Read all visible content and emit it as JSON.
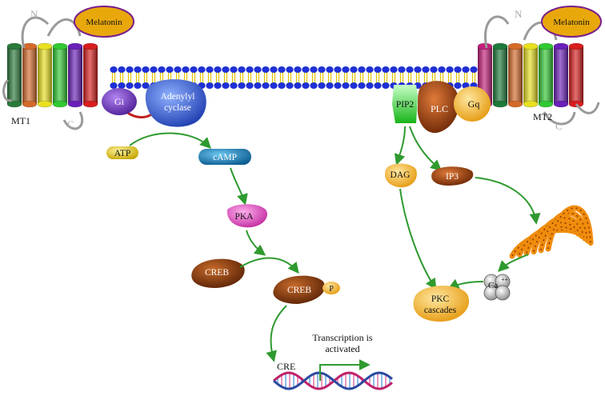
{
  "left_receptor": {
    "ligand": "Melatonin",
    "name": "MT1",
    "n_terminus": "N",
    "c_terminus": "C",
    "g_protein": "Gi",
    "effector": "Adenylyl cyclase",
    "effector_lines": [
      "Adenylyl",
      "cyclase"
    ]
  },
  "right_receptor": {
    "ligand": "Melatonin",
    "name": "MT2",
    "n_terminus": "N",
    "c_terminus": "C",
    "g_protein": "Gq",
    "enzyme": "PLC",
    "substrate": "PIP2"
  },
  "camp_pathway": {
    "atp": "ATP",
    "camp": "cAMP",
    "pka": "PKA",
    "creb": "CREB",
    "creb_p": "CREB",
    "phosphate": "P",
    "cre": "CRE",
    "transcription": "Transcription is activated",
    "transcription_lines": [
      "Transcription is",
      "activated"
    ]
  },
  "plc_pathway": {
    "dag": "DAG",
    "ip3": "IP3",
    "calcium": "Ca",
    "calcium_charge": "++",
    "pkc": "PKC cascades",
    "pkc_lines": [
      "PKC",
      "cascades"
    ]
  },
  "colors": {
    "arrow": "#2f9a2f",
    "lipid_head": "#1e2fd6",
    "lipid_tail": "#e0c400",
    "ligand_fill": "#e8a80c",
    "ligand_stroke": "#7a1f8c",
    "gi": "#7a3fc8",
    "adenylyl_cyclase": "#3f63d6",
    "plc": "#a8420c",
    "gq": "#f0a014",
    "pip2": "#44d444",
    "creb": "#8a3a10",
    "pka": "#e050c0",
    "camp": "#1f84c0",
    "atp": "#e8cc20"
  }
}
